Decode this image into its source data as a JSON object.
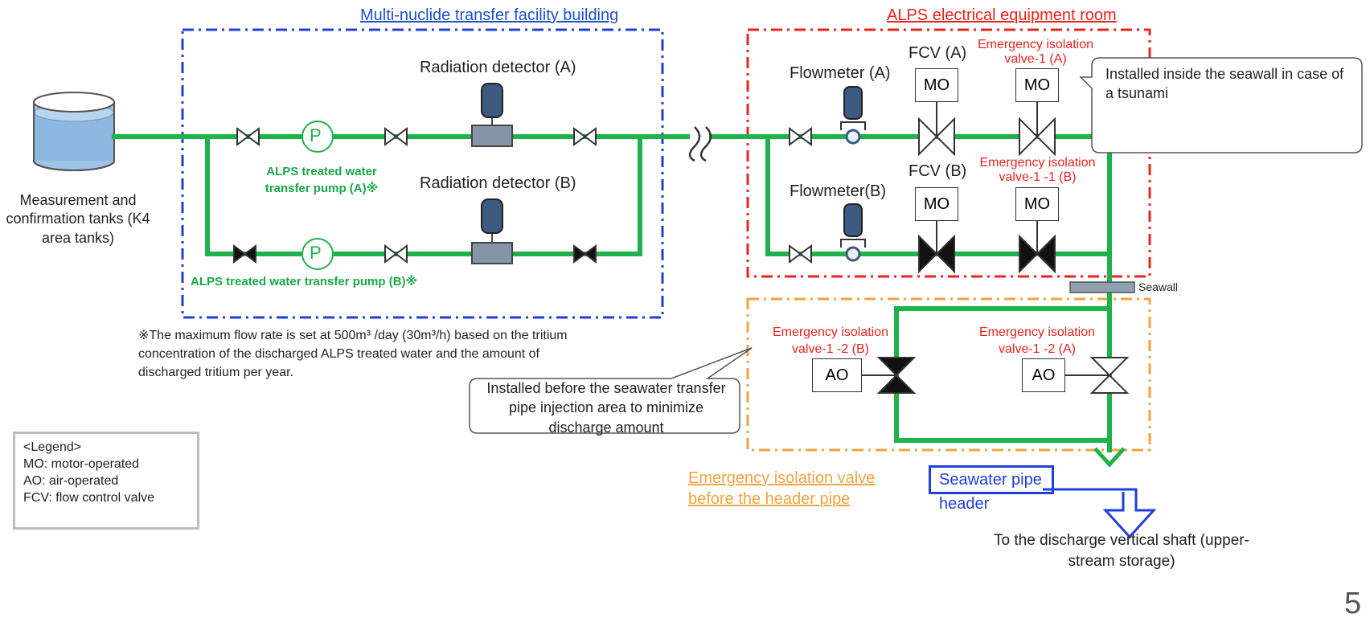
{
  "titles": {
    "building": "Multi-nuclide transfer facility building",
    "electrical": "ALPS electrical equipment room",
    "isolation_area": "Emergency isolation valve before the header pipe"
  },
  "tank": {
    "label": "Measurement and confirmation tanks (K4 area tanks)"
  },
  "pumps": {
    "a": "ALPS treated water transfer pump (A)※",
    "b": "ALPS treated water transfer pump (B)※",
    "symbol": "P"
  },
  "detectors": {
    "a": "Radiation detector (A)",
    "b": "Radiation detector (B)"
  },
  "flowmeters": {
    "a": "Flowmeter (A)",
    "b": "Flowmeter(B)"
  },
  "fcv": {
    "a": "FCV (A)",
    "b": "FCV (B)"
  },
  "emergency_valves": {
    "v1a": "Emergency isolation valve-1 (A)",
    "v11b": "Emergency isolation valve-1 -1 (B)",
    "v12b": "Emergency isolation valve-1 -2 (B)",
    "v12a": "Emergency isolation valve-1 -2 (A)"
  },
  "actuators": {
    "mo": "MO",
    "ao": "AO"
  },
  "callouts": {
    "tsunami": "Installed inside the seawall in case of a tsunami",
    "minimize": "Installed before the seawater transfer pipe injection area to minimize discharge amount"
  },
  "seawall": "Seawall",
  "footnote": "※The maximum flow rate is set at 500m³ /day (30m³/h) based on the tritium concentration of the discharged ALPS treated water and the amount of discharged tritium per year.",
  "legend": {
    "title": "<Legend>",
    "mo": "MO: motor-operated",
    "ao": "AO: air-operated",
    "fcv": "FCV: flow control valve"
  },
  "header": "Seawater pipe header",
  "destination": "To the discharge vertical shaft (upper-stream storage)",
  "page_number": "5",
  "colors": {
    "pipe": "#1fb24a",
    "blue_frame": "#1f3fd9",
    "red_frame": "#e8231f",
    "orange_frame": "#f0a341"
  }
}
